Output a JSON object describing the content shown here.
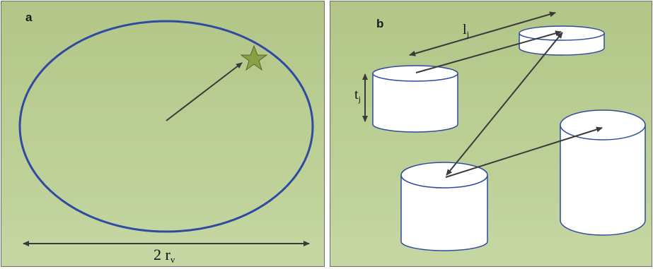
{
  "panels": [
    {
      "id": "a",
      "label": "a",
      "dimension_label": {
        "main": "2 r",
        "sub": "v"
      }
    },
    {
      "id": "b",
      "label": "b",
      "length_label": {
        "main": "l",
        "sub": "j"
      },
      "thickness_label": {
        "main": "t",
        "sub": "j"
      }
    }
  ],
  "colors": {
    "background": "#bccf95",
    "ellipse_stroke": "#2f4aa0",
    "arrow": "#3a3a3a",
    "star_fill": "#8aa045",
    "cylinder_fill": "#ffffff",
    "cylinder_stroke": "#2f4aa0"
  },
  "icons": [
    "star-icon"
  ]
}
